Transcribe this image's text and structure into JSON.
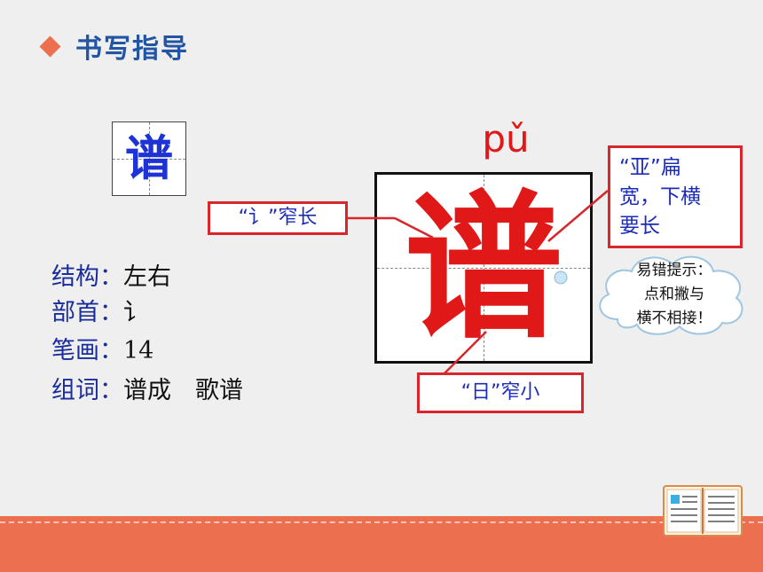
{
  "title": "书写指导",
  "character": "谱",
  "pinyin": "pǔ",
  "info": [
    {
      "key": "结构：",
      "value": "左右"
    },
    {
      "key": "部首：",
      "value": "讠"
    },
    {
      "key": "笔画：",
      "value": "14"
    },
    {
      "key": "组词：",
      "value": "谱成　歌谱"
    }
  ],
  "callouts": {
    "left": "“讠”窄长",
    "right_line1": "“亚”扁",
    "right_line2": "宽，下横",
    "right_line3": "要长",
    "bottom": "“日”窄小"
  },
  "tip": {
    "line1": "易错提示：",
    "line2": "点和撇与",
    "line3": "横不相接！"
  },
  "colors": {
    "accent": "#ec6f4f",
    "title": "#2255a4",
    "callout_border": "#d9262c",
    "char_red": "#e01818",
    "char_blue": "#1d33d6"
  }
}
